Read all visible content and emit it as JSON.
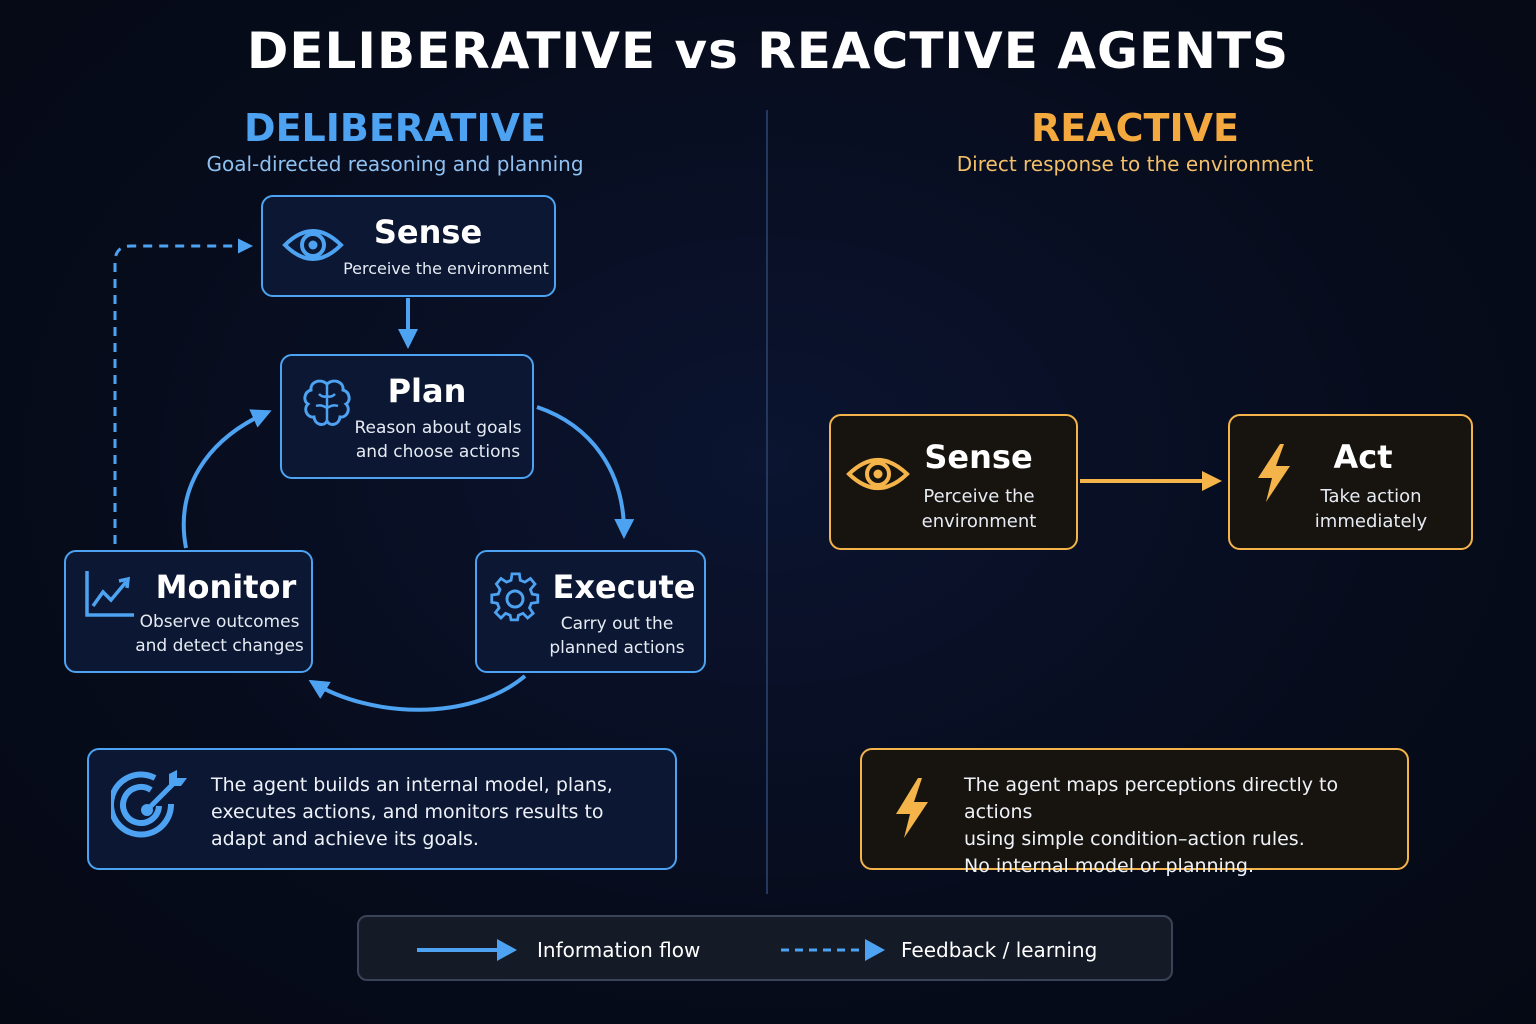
{
  "title": "DELIBERATIVE vs REACTIVE AGENTS",
  "colors": {
    "deliberative": "#4da3f2",
    "reactive": "#f4b44a",
    "background": "#070c1c"
  },
  "deliberative": {
    "heading": "DELIBERATIVE",
    "subheading": "Goal-directed reasoning and planning",
    "nodes": {
      "sense": {
        "title": "Sense",
        "desc": "Perceive the environment",
        "icon": "eye-icon"
      },
      "plan": {
        "title": "Plan",
        "desc": "Reason about goals\nand choose actions",
        "icon": "brain-icon"
      },
      "execute": {
        "title": "Execute",
        "desc": "Carry out the\nplanned actions",
        "icon": "gear-icon"
      },
      "monitor": {
        "title": "Monitor",
        "desc": "Observe outcomes\nand detect changes",
        "icon": "chart-trend-icon"
      }
    },
    "note": {
      "text": "The agent builds an internal model, plans,\nexecutes actions, and monitors results to\nadapt and achieve its goals.",
      "icon": "target-icon"
    }
  },
  "reactive": {
    "heading": "REACTIVE",
    "subheading": "Direct response to the environment",
    "nodes": {
      "sense": {
        "title": "Sense",
        "desc": "Perceive the\nenvironment",
        "icon": "eye-icon"
      },
      "act": {
        "title": "Act",
        "desc": "Take action\nimmediately",
        "icon": "lightning-icon"
      }
    },
    "note": {
      "text": "The agent maps perceptions directly to actions\nusing simple condition–action rules.\nNo internal model or planning.",
      "icon": "lightning-icon"
    }
  },
  "legend": {
    "solid_label": "Information flow",
    "dashed_label": "Feedback / learning"
  }
}
